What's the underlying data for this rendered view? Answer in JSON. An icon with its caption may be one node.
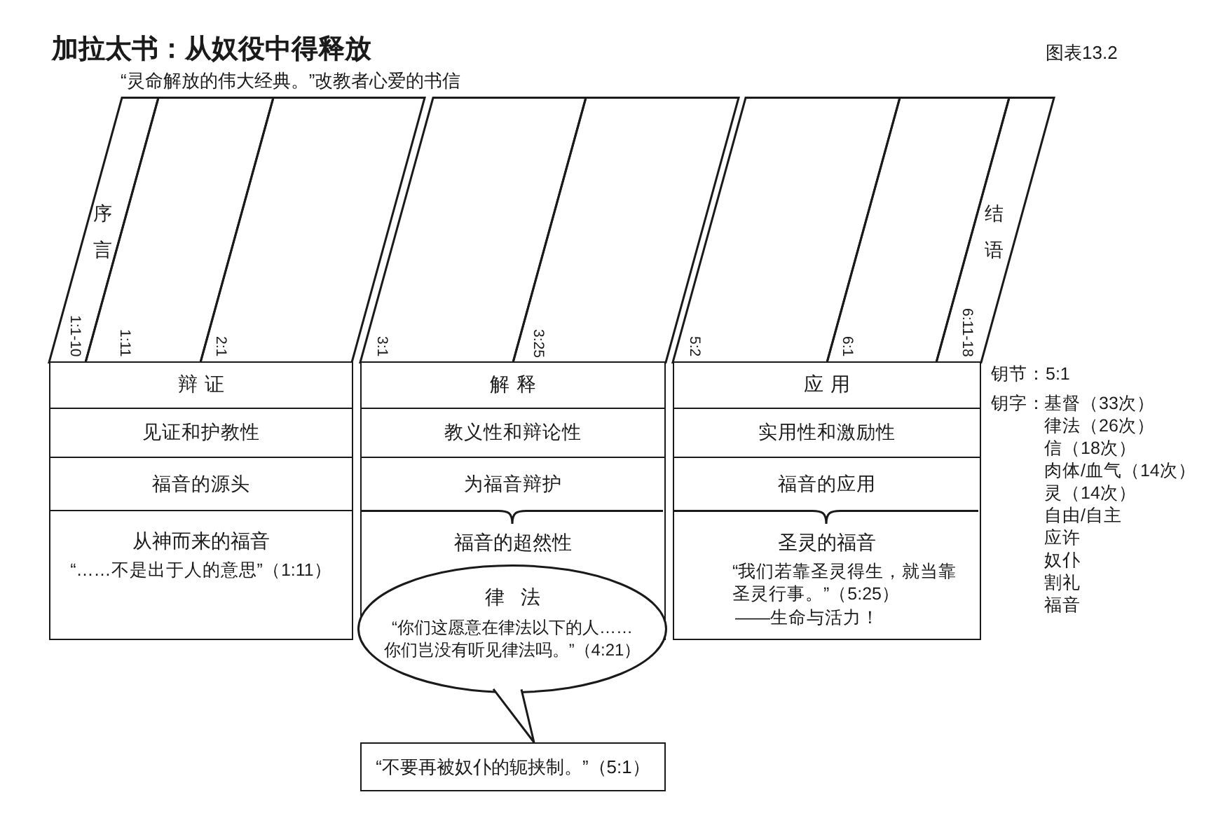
{
  "diagram": {
    "title": "加拉太书：从奴役中得释放",
    "nodes": [
      {
        "text": [
          "序言",
          "1:1-10"
        ]
      },
      {
        "text": [
          "1:11"
        ]
      },
      {
        "text": [
          "2:1"
        ]
      },
      {
        "text": [
          "3:1"
        ]
      },
      {
        "text": [
          "3:25"
        ]
      },
      {
        "text": [
          "5:2"
        ]
      },
      {
        "text": [
          "6:1"
        ]
      },
      {
        "text": [
          "结语",
          "6:11-18"
        ]
      },
      {
        "text": [
          "律 法",
          "“你们这愿意在律法以下的人……你们岂没有听见律法吗。”（4:21）"
        ]
      },
      {
        "text": [
          "“不要再被奴仆的轭挟制。”（5:1）"
        ]
      }
    ],
    "edges": [
      {
        "from": 8,
        "to": 9,
        "arrow": "to"
      }
    ],
    "labels": [
      "图表13.2",
      "“灵命解放的伟大经典。”改教者心爱的书信",
      "辩 证",
      "解 释",
      "应 用",
      "见证和护教性",
      "教义性和辩论性",
      "实用性和激励性",
      "福音的源头",
      "为福音辩护",
      "福音的应用",
      "从神而来的福音",
      "“……不是出于人的意思”（1:11）",
      "福音的超然性",
      "圣灵的福音",
      "“我们若靠圣灵得生，就当靠圣灵行事。”（5:25）",
      "——生命与活力！",
      "钥节：5:1",
      "钥字：",
      "基督（33次）",
      "律法（26次）",
      "信（18次）",
      "肉体/血气（14次）",
      "灵（14次）",
      "自由/自主",
      "应许",
      "奴仆",
      "割礼",
      "福音"
    ]
  }
}
